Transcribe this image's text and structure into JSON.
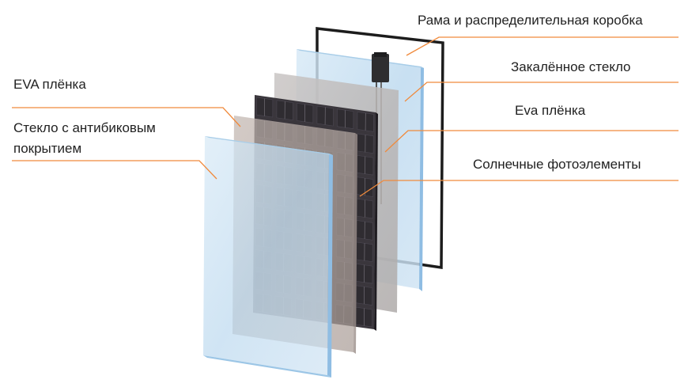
{
  "labels": {
    "frame_junction": "Рама и распределительная коробка",
    "tempered_glass": "Закалённое стекло",
    "eva_back": "Eva плёнка",
    "solar_cells": "Солнечные фотоэлементы",
    "eva_front": "EVA плёнка",
    "ar_glass_line1": "Стекло с антибиковым",
    "ar_glass_line2": "покрытием"
  },
  "colors": {
    "leader_line": "#f08a3c",
    "glass_fill": "#bcd9ef",
    "glass_edge": "#8fbde3",
    "eva_fill": "#b9aca6",
    "frame": "#1c1c1c",
    "cell_dark": "#2f2c31",
    "cell_grid": "#8c8790",
    "text": "#222222"
  },
  "layers": [
    {
      "name": "frame-with-junction-box",
      "icon": "frame-icon"
    },
    {
      "name": "tempered-glass"
    },
    {
      "name": "eva-film-back"
    },
    {
      "name": "solar-cells"
    },
    {
      "name": "eva-film-front"
    },
    {
      "name": "anti-reflective-glass"
    }
  ]
}
